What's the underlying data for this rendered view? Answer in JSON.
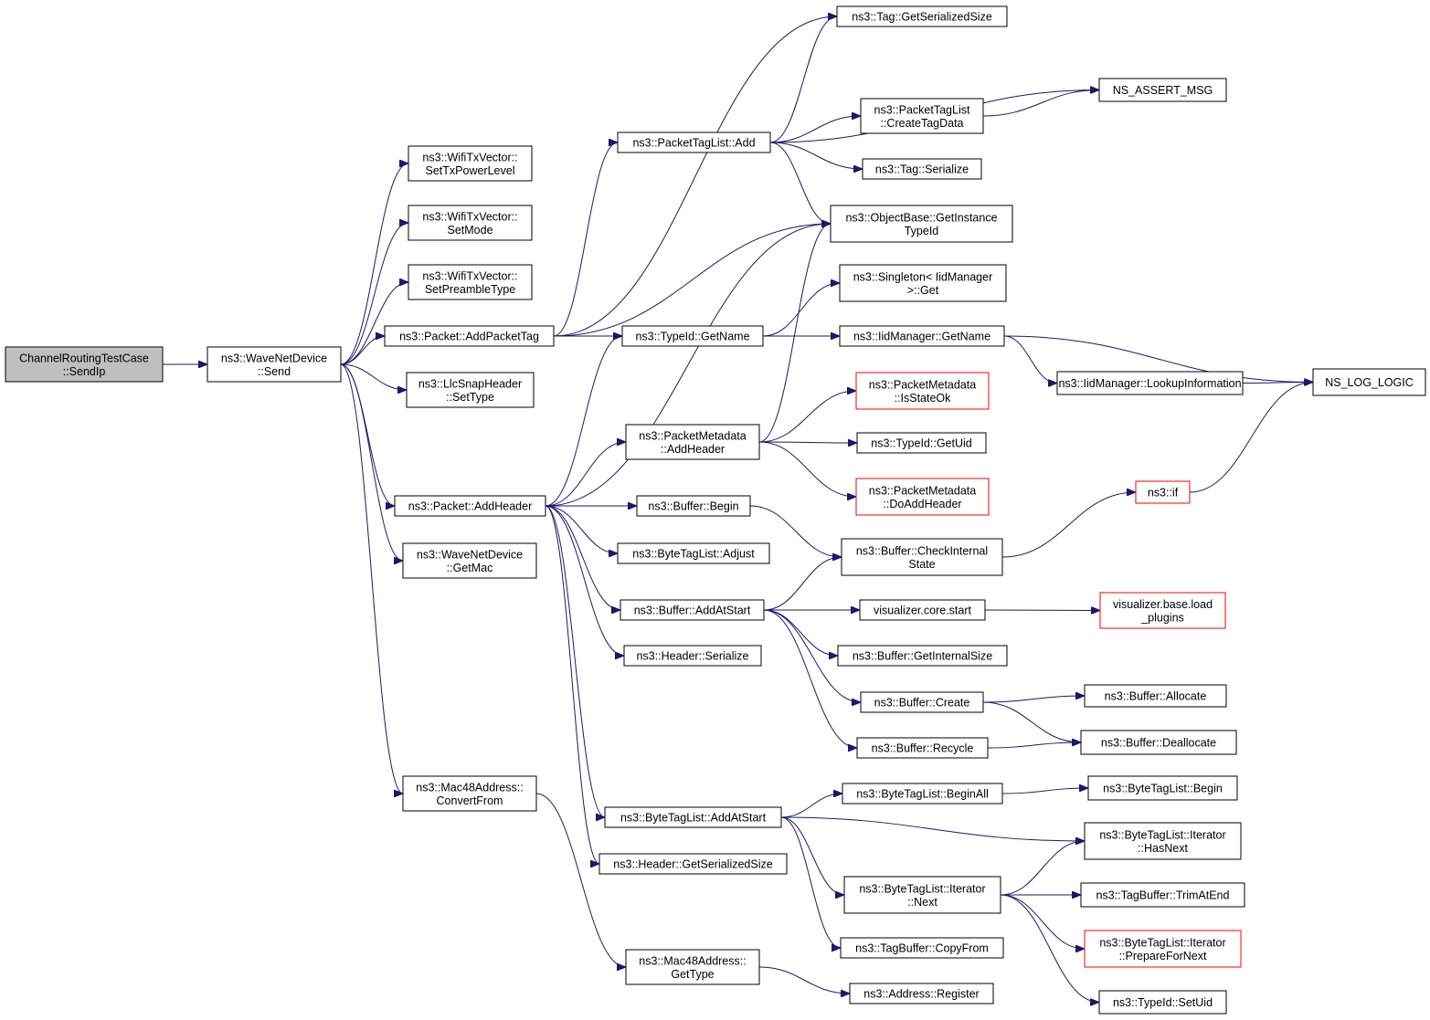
{
  "colors": {
    "edge": "#191970",
    "truncated_border": "#ff0000",
    "root_fill": "#bfbfbf"
  },
  "nodes": [
    {
      "id": "root",
      "lines": [
        "ChannelRoutingTestCase",
        "::SendIp"
      ],
      "kind": "root"
    },
    {
      "id": "wnd_send",
      "lines": [
        "ns3::WaveNetDevice",
        "::Send"
      ]
    },
    {
      "id": "txpower",
      "lines": [
        "ns3::WifiTxVector::",
        "SetTxPowerLevel"
      ]
    },
    {
      "id": "setmode",
      "lines": [
        "ns3::WifiTxVector::",
        "SetMode"
      ]
    },
    {
      "id": "preamble",
      "lines": [
        "ns3::WifiTxVector::",
        "SetPreambleType"
      ]
    },
    {
      "id": "addpackettag",
      "lines": [
        "ns3::Packet::AddPacketTag"
      ]
    },
    {
      "id": "llcsnap",
      "lines": [
        "ns3::LlcSnapHeader",
        "::SetType"
      ]
    },
    {
      "id": "addheader",
      "lines": [
        "ns3::Packet::AddHeader"
      ]
    },
    {
      "id": "getmac",
      "lines": [
        "ns3::WaveNetDevice",
        "::GetMac"
      ]
    },
    {
      "id": "convertfrom",
      "lines": [
        "ns3::Mac48Address::",
        "ConvertFrom"
      ]
    },
    {
      "id": "ptl_add",
      "lines": [
        "ns3::PacketTagList::Add"
      ]
    },
    {
      "id": "tid_getname",
      "lines": [
        "ns3::TypeId::GetName"
      ]
    },
    {
      "id": "pm_addheader",
      "lines": [
        "ns3::PacketMetadata",
        "::AddHeader"
      ]
    },
    {
      "id": "buf_begin",
      "lines": [
        "ns3::Buffer::Begin"
      ]
    },
    {
      "id": "btl_adjust",
      "lines": [
        "ns3::ByteTagList::Adjust"
      ]
    },
    {
      "id": "buf_addatstart",
      "lines": [
        "ns3::Buffer::AddAtStart"
      ]
    },
    {
      "id": "hdr_serialize",
      "lines": [
        "ns3::Header::Serialize"
      ]
    },
    {
      "id": "btl_addatstart",
      "lines": [
        "ns3::ByteTagList::AddAtStart"
      ]
    },
    {
      "id": "hdr_getsize",
      "lines": [
        "ns3::Header::GetSerializedSize"
      ]
    },
    {
      "id": "mac_gettype",
      "lines": [
        "ns3::Mac48Address::",
        "GetType"
      ]
    },
    {
      "id": "tag_getsize",
      "lines": [
        "ns3::Tag::GetSerializedSize"
      ]
    },
    {
      "id": "ptl_create",
      "lines": [
        "ns3::PacketTagList",
        "::CreateTagData"
      ]
    },
    {
      "id": "tag_serialize",
      "lines": [
        "ns3::Tag::Serialize"
      ]
    },
    {
      "id": "ob_getinstance",
      "lines": [
        "ns3::ObjectBase::GetInstance",
        "TypeId"
      ]
    },
    {
      "id": "singleton",
      "lines": [
        "ns3::Singleton< IidManager",
        ">::Get"
      ]
    },
    {
      "id": "iid_getname",
      "lines": [
        "ns3::IidManager::GetName"
      ]
    },
    {
      "id": "pm_isstateok",
      "lines": [
        "ns3::PacketMetadata",
        "::IsStateOk"
      ],
      "kind": "trunc"
    },
    {
      "id": "tid_getuid",
      "lines": [
        "ns3::TypeId::GetUid"
      ]
    },
    {
      "id": "pm_doaddheader",
      "lines": [
        "ns3::PacketMetadata",
        "::DoAddHeader"
      ],
      "kind": "trunc"
    },
    {
      "id": "buf_check",
      "lines": [
        "ns3::Buffer::CheckInternal",
        "State"
      ]
    },
    {
      "id": "viz_start",
      "lines": [
        "visualizer.core.start"
      ]
    },
    {
      "id": "buf_getinternal",
      "lines": [
        "ns3::Buffer::GetInternalSize"
      ]
    },
    {
      "id": "buf_create",
      "lines": [
        "ns3::Buffer::Create"
      ]
    },
    {
      "id": "buf_recycle",
      "lines": [
        "ns3::Buffer::Recycle"
      ]
    },
    {
      "id": "btl_beginall",
      "lines": [
        "ns3::ByteTagList::BeginAll"
      ]
    },
    {
      "id": "btl_iter_next",
      "lines": [
        "ns3::ByteTagList::Iterator",
        "::Next"
      ]
    },
    {
      "id": "tb_copyfrom",
      "lines": [
        "ns3::TagBuffer::CopyFrom"
      ]
    },
    {
      "id": "addr_register",
      "lines": [
        "ns3::Address::Register"
      ]
    },
    {
      "id": "ns_assert",
      "lines": [
        "NS_ASSERT_MSG"
      ]
    },
    {
      "id": "iid_lookup",
      "lines": [
        "ns3::IidManager::LookupInformation"
      ]
    },
    {
      "id": "ns3_if",
      "lines": [
        "ns3::if"
      ],
      "kind": "trunc"
    },
    {
      "id": "viz_load",
      "lines": [
        "visualizer.base.load",
        "_plugins"
      ],
      "kind": "trunc"
    },
    {
      "id": "buf_allocate",
      "lines": [
        "ns3::Buffer::Allocate"
      ]
    },
    {
      "id": "buf_deallocate",
      "lines": [
        "ns3::Buffer::Deallocate"
      ]
    },
    {
      "id": "btl_begin",
      "lines": [
        "ns3::ByteTagList::Begin"
      ]
    },
    {
      "id": "btl_iter_hasnext",
      "lines": [
        "ns3::ByteTagList::Iterator",
        "::HasNext"
      ]
    },
    {
      "id": "tb_trim",
      "lines": [
        "ns3::TagBuffer::TrimAtEnd"
      ]
    },
    {
      "id": "btl_iter_prepare",
      "lines": [
        "ns3::ByteTagList::Iterator",
        "::PrepareForNext"
      ],
      "kind": "trunc"
    },
    {
      "id": "tid_setuid",
      "lines": [
        "ns3::TypeId::SetUid"
      ]
    },
    {
      "id": "ns_log_logic",
      "lines": [
        "NS_LOG_LOGIC"
      ]
    }
  ],
  "edges": [
    [
      "root",
      "wnd_send"
    ],
    [
      "wnd_send",
      "txpower"
    ],
    [
      "wnd_send",
      "setmode"
    ],
    [
      "wnd_send",
      "preamble"
    ],
    [
      "wnd_send",
      "addpackettag"
    ],
    [
      "wnd_send",
      "llcsnap"
    ],
    [
      "wnd_send",
      "addheader"
    ],
    [
      "wnd_send",
      "getmac"
    ],
    [
      "wnd_send",
      "convertfrom"
    ],
    [
      "addpackettag",
      "tag_getsize"
    ],
    [
      "addpackettag",
      "ptl_add"
    ],
    [
      "addpackettag",
      "ob_getinstance"
    ],
    [
      "addpackettag",
      "tid_getname"
    ],
    [
      "ptl_add",
      "tag_getsize"
    ],
    [
      "ptl_add",
      "ns_assert"
    ],
    [
      "ptl_add",
      "ptl_create"
    ],
    [
      "ptl_add",
      "tag_serialize"
    ],
    [
      "ptl_add",
      "ob_getinstance"
    ],
    [
      "ptl_create",
      "ns_assert"
    ],
    [
      "tid_getname",
      "singleton"
    ],
    [
      "tid_getname",
      "iid_getname"
    ],
    [
      "iid_getname",
      "ns_log_logic"
    ],
    [
      "iid_getname",
      "iid_lookup"
    ],
    [
      "iid_lookup",
      "ns_log_logic"
    ],
    [
      "addheader",
      "ob_getinstance"
    ],
    [
      "addheader",
      "tid_getname"
    ],
    [
      "addheader",
      "pm_addheader"
    ],
    [
      "addheader",
      "buf_begin"
    ],
    [
      "addheader",
      "btl_adjust"
    ],
    [
      "addheader",
      "buf_addatstart"
    ],
    [
      "addheader",
      "hdr_serialize"
    ],
    [
      "addheader",
      "btl_addatstart"
    ],
    [
      "addheader",
      "hdr_getsize"
    ],
    [
      "pm_addheader",
      "ob_getinstance"
    ],
    [
      "pm_addheader",
      "pm_isstateok"
    ],
    [
      "pm_addheader",
      "tid_getuid"
    ],
    [
      "pm_addheader",
      "pm_doaddheader"
    ],
    [
      "buf_begin",
      "buf_check"
    ],
    [
      "buf_addatstart",
      "buf_check"
    ],
    [
      "buf_addatstart",
      "viz_start"
    ],
    [
      "buf_addatstart",
      "buf_getinternal"
    ],
    [
      "buf_addatstart",
      "buf_create"
    ],
    [
      "buf_addatstart",
      "buf_recycle"
    ],
    [
      "buf_check",
      "ns3_if"
    ],
    [
      "ns3_if",
      "ns_log_logic"
    ],
    [
      "viz_start",
      "viz_load"
    ],
    [
      "buf_create",
      "buf_allocate"
    ],
    [
      "buf_create",
      "buf_deallocate"
    ],
    [
      "buf_recycle",
      "buf_deallocate"
    ],
    [
      "btl_addatstart",
      "btl_beginall"
    ],
    [
      "btl_addatstart",
      "btl_iter_hasnext"
    ],
    [
      "btl_addatstart",
      "btl_iter_next"
    ],
    [
      "btl_addatstart",
      "tb_copyfrom"
    ],
    [
      "btl_beginall",
      "btl_begin"
    ],
    [
      "btl_iter_next",
      "btl_iter_hasnext"
    ],
    [
      "btl_iter_next",
      "tb_trim"
    ],
    [
      "btl_iter_next",
      "btl_iter_prepare"
    ],
    [
      "btl_iter_next",
      "tid_setuid"
    ],
    [
      "convertfrom",
      "mac_gettype"
    ],
    [
      "mac_gettype",
      "addr_register"
    ]
  ]
}
